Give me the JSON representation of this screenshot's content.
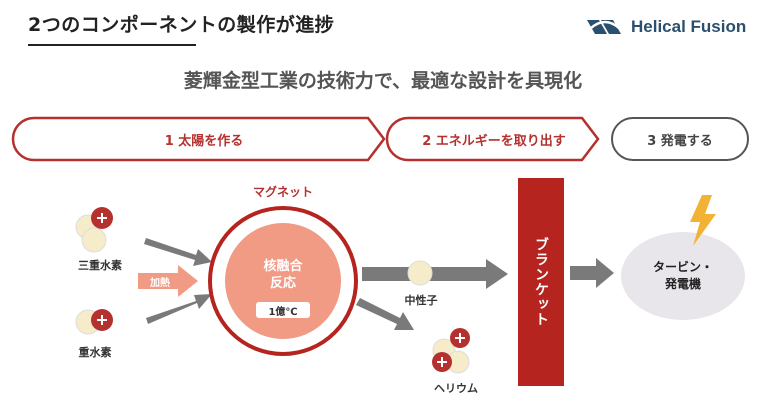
{
  "header": {
    "title": "2つのコンポーネントの製作が進捗",
    "logo_text": "Helical Fusion"
  },
  "subtitle": "菱輝金型工業の技術力で、最適な設計を具現化",
  "steps": [
    {
      "label": "1 太陽を作る"
    },
    {
      "label": "2 エネルギーを取り出す"
    },
    {
      "label": "3 発電する"
    }
  ],
  "inputs": {
    "tritium_label": "三重水素",
    "deuterium_label": "重水素",
    "heating_label": "加熱"
  },
  "magnet": {
    "label": "マグネット",
    "core_line1": "核融合",
    "core_line2": "反応",
    "temperature": "1億℃"
  },
  "outputs": {
    "neutron_label": "中性子",
    "helium_label": "ヘリウム"
  },
  "blanket_label": "ブランケット",
  "turbine": {
    "line1": "タービン・",
    "line2": "発電機"
  },
  "colors": {
    "accent_red": "#b5312f",
    "blanket_red": "#b5241f",
    "core_salmon": "#f19a84",
    "arrow_gray": "#7a7a7a",
    "nucleus_cream": "#f6ecc9"
  }
}
